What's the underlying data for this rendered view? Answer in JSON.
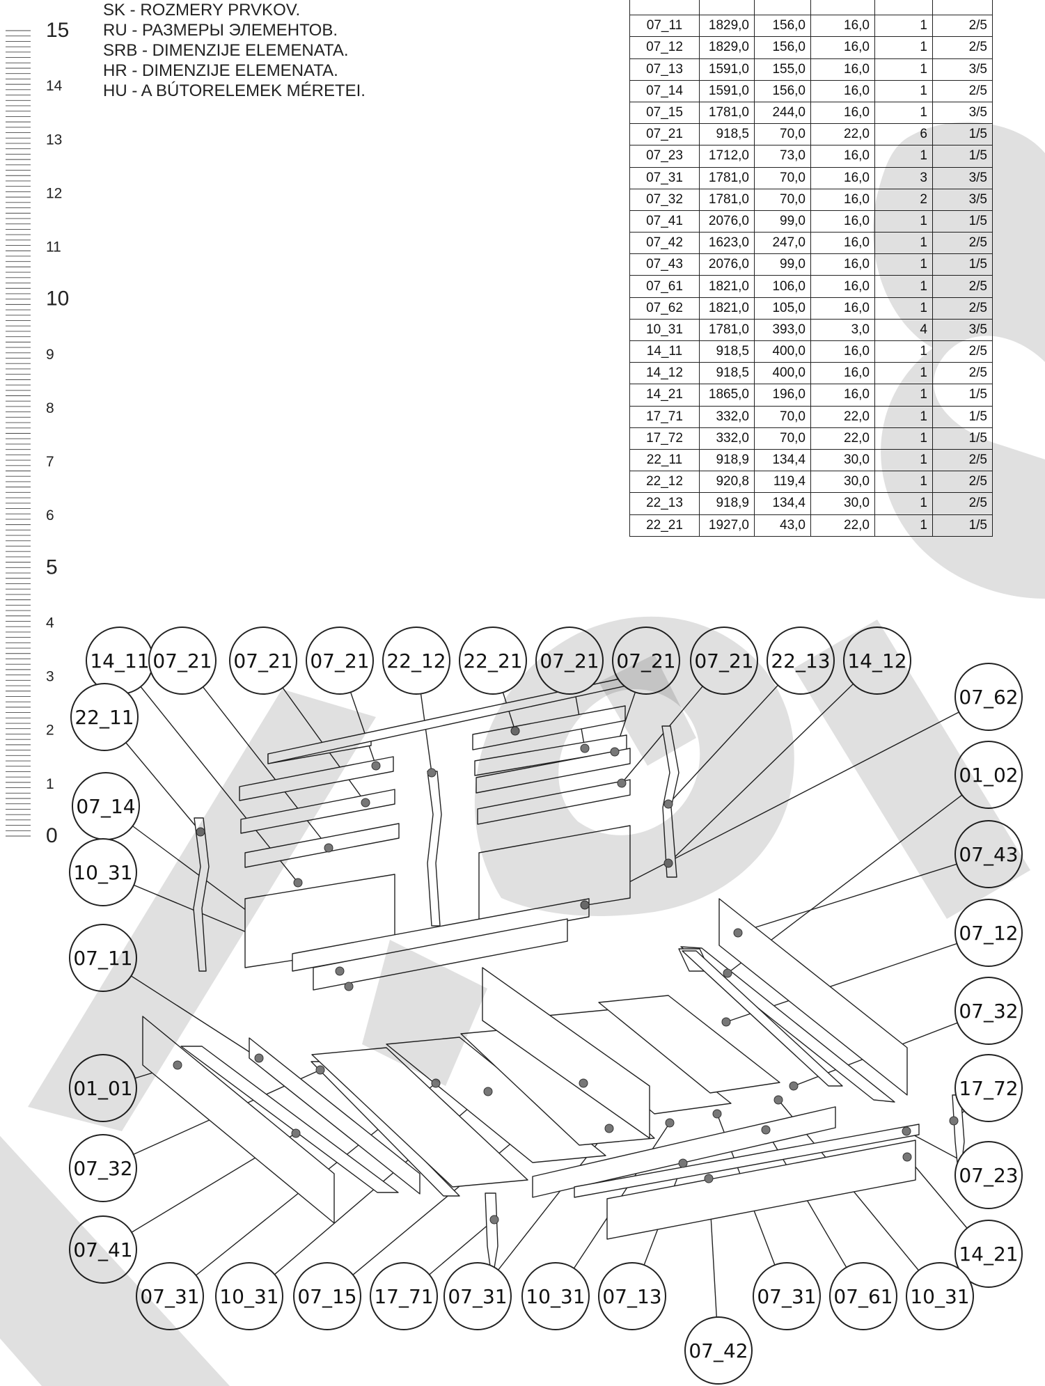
{
  "ruler": {
    "labels": [
      "15",
      "14",
      "13",
      "12",
      "11",
      "10",
      "9",
      "8",
      "7",
      "6",
      "5",
      "4",
      "3",
      "2",
      "1",
      "0"
    ]
  },
  "languages": [
    "SK - ROZMERY PRVKOV.",
    "RU - РАЗМЕРЫ ЭЛЕМЕНТОВ.",
    "SRB - DIMENZIJE ELEMENATA.",
    "HR - DIMENZIJE ELEMENATA.",
    "HU - A BÚTORELEMEK MÉRETEI."
  ],
  "parts_table": {
    "rows": [
      [
        "07_11",
        "1829,0",
        "156,0",
        "16,0",
        "1",
        "2/5"
      ],
      [
        "07_12",
        "1829,0",
        "156,0",
        "16,0",
        "1",
        "2/5"
      ],
      [
        "07_13",
        "1591,0",
        "155,0",
        "16,0",
        "1",
        "3/5"
      ],
      [
        "07_14",
        "1591,0",
        "156,0",
        "16,0",
        "1",
        "2/5"
      ],
      [
        "07_15",
        "1781,0",
        "244,0",
        "16,0",
        "1",
        "3/5"
      ],
      [
        "07_21",
        "918,5",
        "70,0",
        "22,0",
        "6",
        "1/5"
      ],
      [
        "07_23",
        "1712,0",
        "73,0",
        "16,0",
        "1",
        "1/5"
      ],
      [
        "07_31",
        "1781,0",
        "70,0",
        "16,0",
        "3",
        "3/5"
      ],
      [
        "07_32",
        "1781,0",
        "70,0",
        "16,0",
        "2",
        "3/5"
      ],
      [
        "07_41",
        "2076,0",
        "99,0",
        "16,0",
        "1",
        "1/5"
      ],
      [
        "07_42",
        "1623,0",
        "247,0",
        "16,0",
        "1",
        "2/5"
      ],
      [
        "07_43",
        "2076,0",
        "99,0",
        "16,0",
        "1",
        "1/5"
      ],
      [
        "07_61",
        "1821,0",
        "106,0",
        "16,0",
        "1",
        "2/5"
      ],
      [
        "07_62",
        "1821,0",
        "105,0",
        "16,0",
        "1",
        "2/5"
      ],
      [
        "10_31",
        "1781,0",
        "393,0",
        "3,0",
        "4",
        "3/5"
      ],
      [
        "14_11",
        "918,5",
        "400,0",
        "16,0",
        "1",
        "2/5"
      ],
      [
        "14_12",
        "918,5",
        "400,0",
        "16,0",
        "1",
        "2/5"
      ],
      [
        "14_21",
        "1865,0",
        "196,0",
        "16,0",
        "1",
        "1/5"
      ],
      [
        "17_71",
        "332,0",
        "70,0",
        "22,0",
        "1",
        "1/5"
      ],
      [
        "17_72",
        "332,0",
        "70,0",
        "22,0",
        "1",
        "1/5"
      ],
      [
        "22_11",
        "918,9",
        "134,4",
        "30,0",
        "1",
        "2/5"
      ],
      [
        "22_12",
        "920,8",
        "119,4",
        "30,0",
        "1",
        "2/5"
      ],
      [
        "22_13",
        "918,9",
        "134,4",
        "30,0",
        "1",
        "2/5"
      ],
      [
        "22_21",
        "1927,0",
        "43,0",
        "22,0",
        "1",
        "1/5"
      ]
    ]
  },
  "callouts": [
    "14_11",
    "07_21",
    "07_21",
    "07_21",
    "22_12",
    "22_21",
    "07_21",
    "07_21",
    "07_21",
    "22_13",
    "14_12",
    "22_11",
    "07_14",
    "10_31",
    "07_11",
    "01_01",
    "07_32",
    "07_41",
    "07_62",
    "01_02",
    "07_43",
    "07_12",
    "07_32",
    "17_72",
    "07_23",
    "14_21",
    "07_31",
    "10_31",
    "07_15",
    "17_71",
    "07_31",
    "10_31",
    "07_13",
    "07_31",
    "07_61",
    "10_31",
    "07_42"
  ]
}
